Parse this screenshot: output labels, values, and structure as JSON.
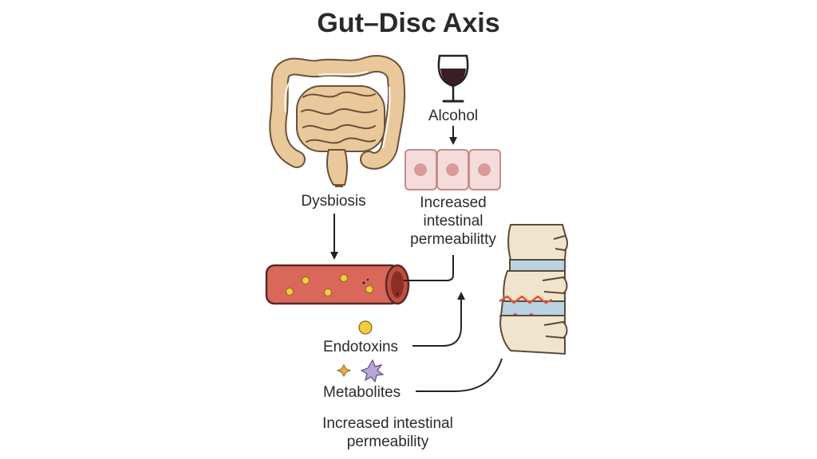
{
  "title": "Gut–Disc Axis",
  "labels": {
    "alcohol": "Alcohol",
    "dysbiosis": "Dysbiosis",
    "permeability_top": [
      "Increased",
      "intestinal",
      "permeabilitty"
    ],
    "endotoxins": "Endotoxins",
    "metabolites": "Metabolites",
    "permeability_bottom": [
      "Increased intestinal",
      "permeability"
    ]
  },
  "icons": {
    "intestine": "intestine-icon",
    "wine_glass": "wine-glass-icon",
    "epithelial_cells": "epithelial-cells-icon",
    "blood_vessel": "blood-vessel-icon",
    "endotoxin": "endotoxin-dot-icon",
    "metabolites": "metabolite-star-icons",
    "spine": "spine-disc-icon"
  },
  "colors": {
    "intestine_fill": "#e9c89b",
    "intestine_stroke": "#6b5138",
    "vessel_fill": "#d9685a",
    "vessel_stroke": "#5a2a25",
    "cell_fill": "#f5dcdc",
    "cell_nucleus": "#d99a9a",
    "wine": "#3a1f22",
    "endotoxin": "#f3cc3c",
    "metabolite_star": "#b8a6d6",
    "metabolite_small": "#e8b04a",
    "bone": "#f1e4cc",
    "disc": "#b9d3e3",
    "inflamed": "#e0553c",
    "arrow": "#222222"
  }
}
